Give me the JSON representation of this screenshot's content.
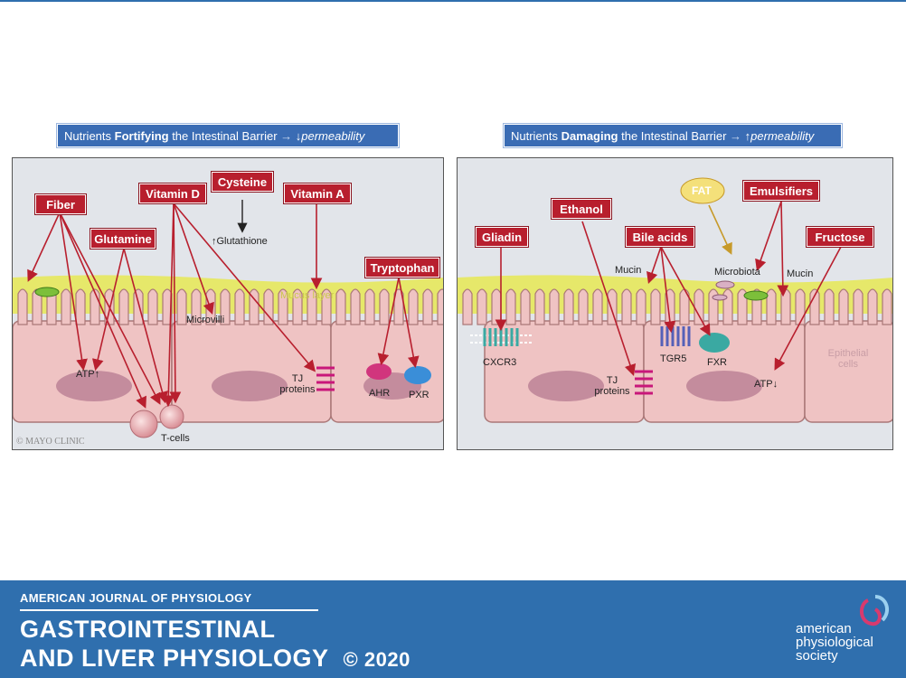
{
  "left_header": {
    "pre": "Nutrients ",
    "bold": "Fortifying",
    "post": " the Intestinal Barrier ",
    "arrow": "→",
    "dir": "↓",
    "perm": "permeability"
  },
  "right_header": {
    "pre": "Nutrients ",
    "bold": "Damaging",
    "post": " the Intestinal Barrier ",
    "arrow": "→",
    "dir": "↑",
    "perm": "permeability"
  },
  "left_panel": {
    "labels": {
      "fiber": "Fiber",
      "glutamine": "Glutamine",
      "vitamin_d": "Vitamin D",
      "cysteine": "Cysteine",
      "vitamin_a": "Vitamin A",
      "tryptophan": "Tryptophan"
    },
    "glutathione": "Glutathione",
    "mucus_layer": "Mucus layer",
    "microvilli": "Microvilli",
    "atp": "ATP",
    "tj_proteins": "TJ\nproteins",
    "ahr": "AHR",
    "pxr": "PXR",
    "t_cells": "T-cells",
    "copyright": "© MAYO CLINIC"
  },
  "right_panel": {
    "labels": {
      "gliadin": "Gliadin",
      "ethanol": "Ethanol",
      "bile_acids": "Bile acids",
      "emulsifiers": "Emulsifiers",
      "fructose": "Fructose"
    },
    "fat": "FAT",
    "mucin_1": "Mucin",
    "mucin_2": "Mucin",
    "microbiota": "Microbiota",
    "cxcr3": "CXCR3",
    "tj_proteins": "TJ\nproteins",
    "tgr5": "TGR5",
    "fxr": "FXR",
    "epithelial_cells": "Epithelial\ncells",
    "atp": "ATP"
  },
  "colors": {
    "label_bg": "#b81f2e",
    "header_bg": "#3a6cb4",
    "footer_bg": "#2f6fae",
    "mucus": "#e6e86a",
    "cell": "#efc3c3"
  },
  "footer": {
    "journal_small": "AMERICAN JOURNAL OF PHYSIOLOGY",
    "journal_line1": "GASTROINTESTINAL",
    "journal_line2": "AND LIVER PHYSIOLOGY",
    "year": "© 2020",
    "society": "american\nphysiological\nsociety"
  }
}
